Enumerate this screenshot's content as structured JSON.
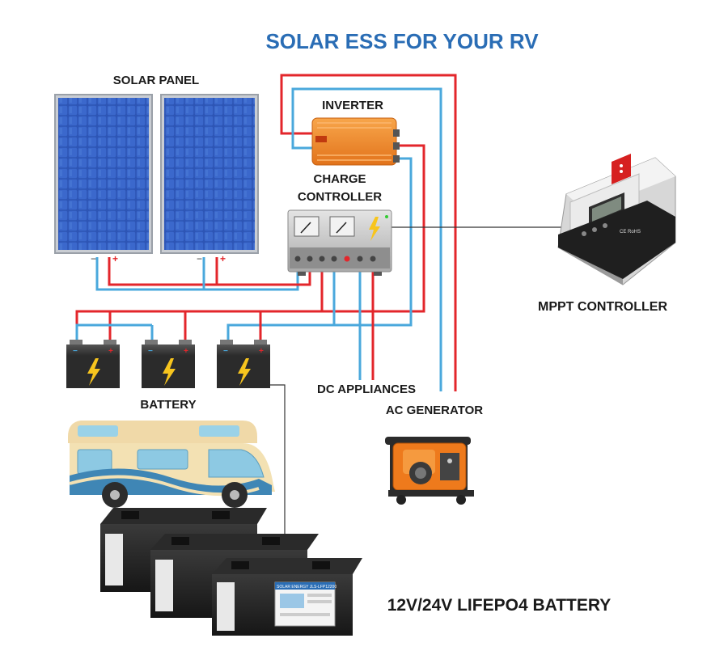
{
  "title": "SOLAR ESS FOR YOUR RV",
  "labels": {
    "solar_panel": "SOLAR PANEL",
    "inverter": "INVERTER",
    "charge_controller_line1": "CHARGE",
    "charge_controller_line2": "CONTROLLER",
    "mppt_controller": "MPPT CONTROLLER",
    "battery": "BATTERY",
    "dc_appliances": "DC APPLIANCES",
    "ac_generator": "AC GENERATOR",
    "lifepo4_battery": "12V/24V LIFEPO4 BATTERY"
  },
  "terminals": {
    "negative": "−",
    "positive": "+"
  },
  "product": {
    "battery_label": "SOLAR ENERGY JLS-LFP12200",
    "mppt_badge": "CE RoHS"
  },
  "colors": {
    "title": "#2a6db5",
    "positive_wire": "#e3262b",
    "negative_wire": "#4aa8dc",
    "panel_blue": "#2f57b8",
    "inverter_orange": "#f08a2a",
    "generator_orange": "#ee7a1c",
    "bolt_yellow": "#f7c51e"
  }
}
